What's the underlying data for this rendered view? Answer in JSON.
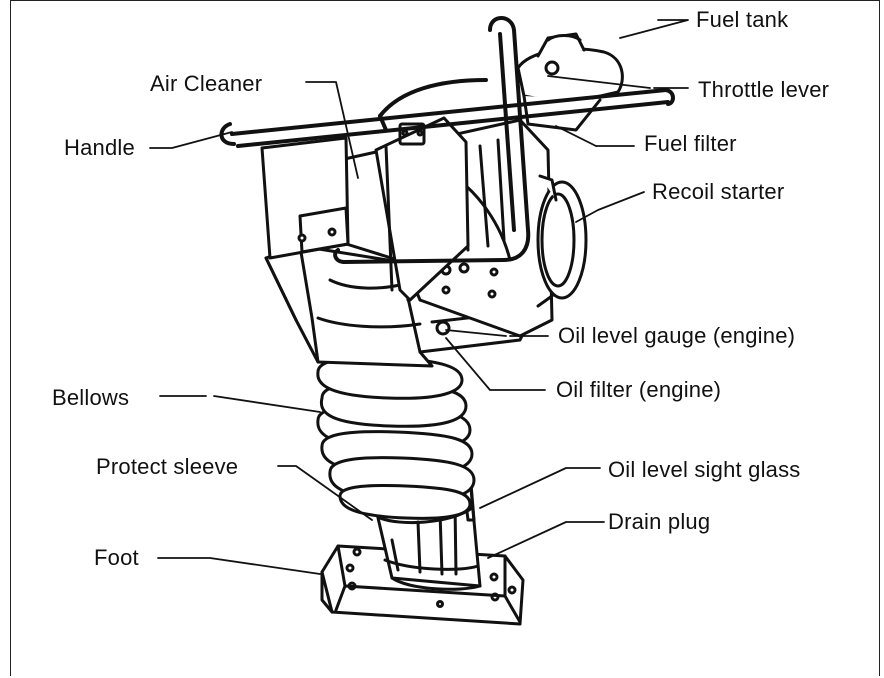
{
  "diagram": {
    "labels": {
      "fuel_tank": "Fuel tank",
      "air_cleaner": "Air Cleaner",
      "throttle_lever": "Throttle lever",
      "handle": "Handle",
      "fuel_filter": "Fuel filter",
      "recoil_starter": "Recoil starter",
      "oil_level_gauge": "Oil level gauge (engine)",
      "oil_filter": "Oil filter (engine)",
      "bellows": "Bellows",
      "protect_sleeve": "Protect sleeve",
      "oil_level_sight_glass": "Oil level sight glass",
      "drain_plug": "Drain plug",
      "foot": "Foot"
    },
    "colors": {
      "ink": "#111111",
      "paper": "#ffffff"
    }
  }
}
